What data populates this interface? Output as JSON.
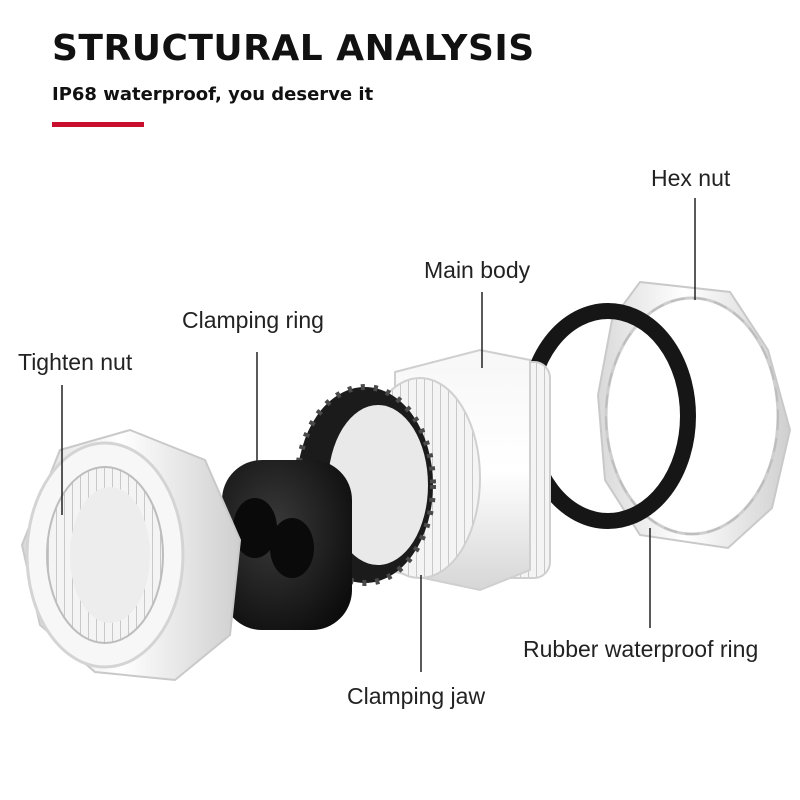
{
  "header": {
    "title": "STRUCTURAL ANALYSIS",
    "subtitle": "IP68 waterproof, you deserve it"
  },
  "colors": {
    "accent": "#c8102e",
    "plastic": "#f2f2f2",
    "rubber": "#161616"
  },
  "labels": {
    "hex_nut": "Hex nut",
    "main_body": "Main body",
    "clamping_ring": "Clamping ring",
    "tighten_nut": "Tighten nut",
    "rubber_ring": "Rubber waterproof ring",
    "clamping_jaw": "Clamping jaw"
  }
}
